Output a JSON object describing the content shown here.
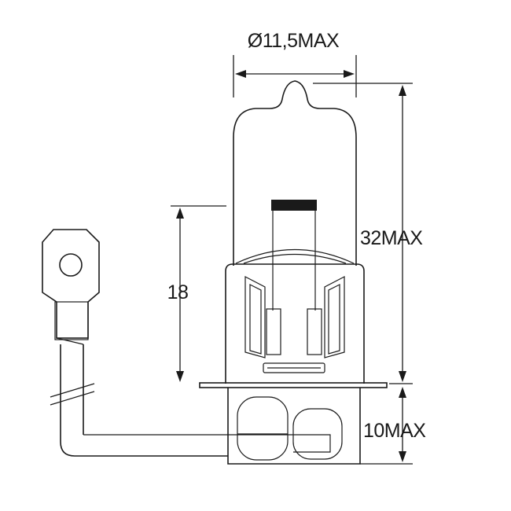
{
  "dimensions": {
    "diameter_label": "Ø11,5MAX",
    "overall_height_label": "32MAX",
    "light_center_label": "18",
    "base_height_label": "10MAX"
  },
  "colors": {
    "line": "#1a1a1a",
    "background": "#ffffff"
  }
}
